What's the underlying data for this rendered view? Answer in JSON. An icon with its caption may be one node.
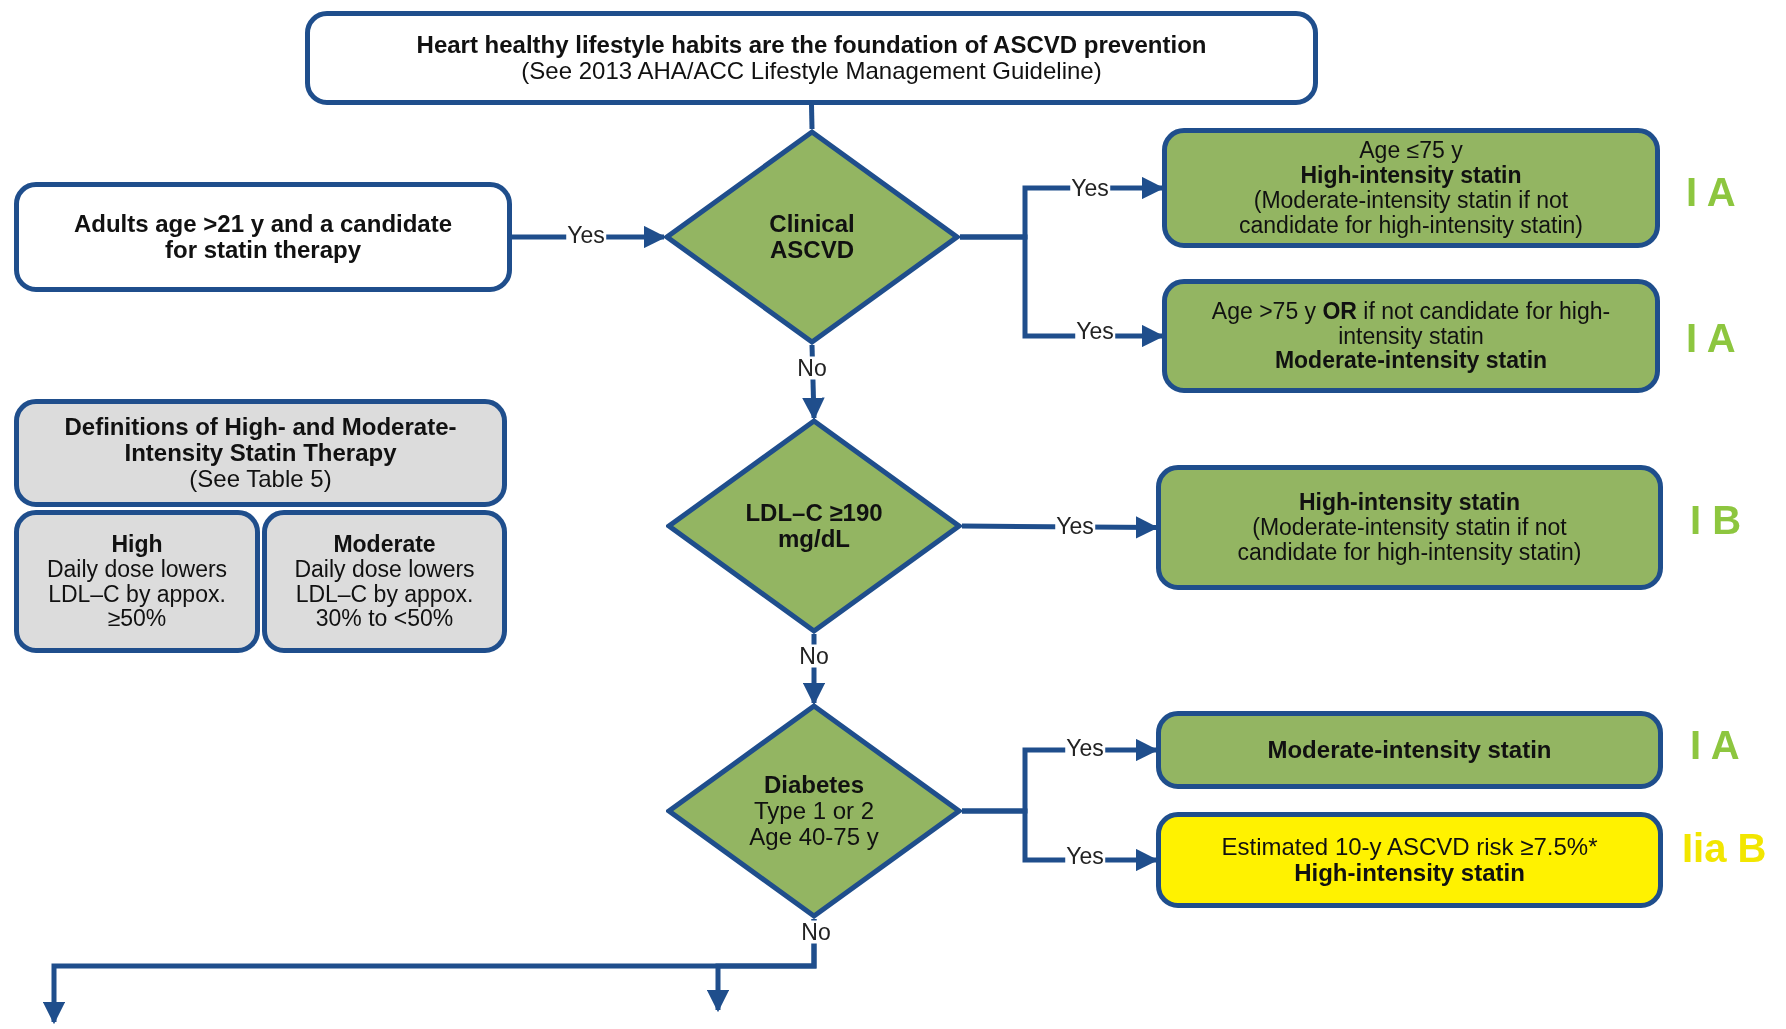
{
  "diagram": {
    "nodes": [
      {
        "text": [
          "Heart healthy lifestyle habits are the foundation of ASCVD prevention",
          "(See 2013 AHA/ACC Lifestyle Management Guideline)"
        ]
      },
      {
        "text": [
          "Adults age >21 y and a candidate for statin therapy"
        ]
      },
      {
        "text": [
          "Clinical ASCVD"
        ]
      },
      {
        "text": [
          "Age ≤75 y",
          "High-intensity statin",
          "(Moderate-intensity statin if not candidate for high-intensity statin)"
        ]
      },
      {
        "text": [
          "Age >75 y **OR** if not candidate for high-intensity statin",
          "Moderate-intensity statin"
        ]
      },
      {
        "text": [
          "Definitions of High- and Moderate-Intensity Statin Therapy",
          "(See Table 5)"
        ]
      },
      {
        "text": [
          "High",
          "Daily dose lowers LDL–C by appox. ≥50%"
        ]
      },
      {
        "text": [
          "Moderate",
          "Daily dose lowers LDL–C by appox. 30% to <50%"
        ]
      },
      {
        "text": [
          "LDL–C ≥190 mg/dL"
        ]
      },
      {
        "text": [
          "High-intensity statin",
          "(Moderate-intensity statin if not candidate for high-intensity statin)"
        ]
      },
      {
        "text": [
          "Diabetes",
          "Type 1 or 2 Age 40-75 y"
        ]
      },
      {
        "text": [
          "Moderate-intensity statin"
        ]
      },
      {
        "text": [
          "Estimated 10-y ASCVD risk ≥7.5%*",
          "High-intensity statin"
        ]
      }
    ],
    "edges": [
      {
        "from": 0,
        "to": 2,
        "arrow": "none"
      },
      {
        "from": 1,
        "to": 2,
        "arrow": "to",
        "label": "Yes"
      },
      {
        "from": 2,
        "to": 3,
        "arrow": "to",
        "label": "Yes"
      },
      {
        "from": 2,
        "to": 4,
        "arrow": "to",
        "label": "Yes"
      },
      {
        "from": 2,
        "to": 8,
        "arrow": "to",
        "label": "No"
      },
      {
        "from": 8,
        "to": 9,
        "arrow": "to",
        "label": "Yes"
      },
      {
        "from": 8,
        "to": 10,
        "arrow": "to",
        "label": "No"
      },
      {
        "from": 10,
        "to": 11,
        "arrow": "to",
        "label": "Yes"
      },
      {
        "from": 10,
        "to": 12,
        "arrow": "to",
        "label": "Yes"
      },
      {
        "from": 10,
        "to": null,
        "arrow": "to",
        "label": "No"
      },
      {
        "from": 10,
        "to": null,
        "arrow": "to"
      }
    ],
    "labels": [
      "I A",
      "I A",
      "I B",
      "I A",
      "Iia B"
    ]
  }
}
